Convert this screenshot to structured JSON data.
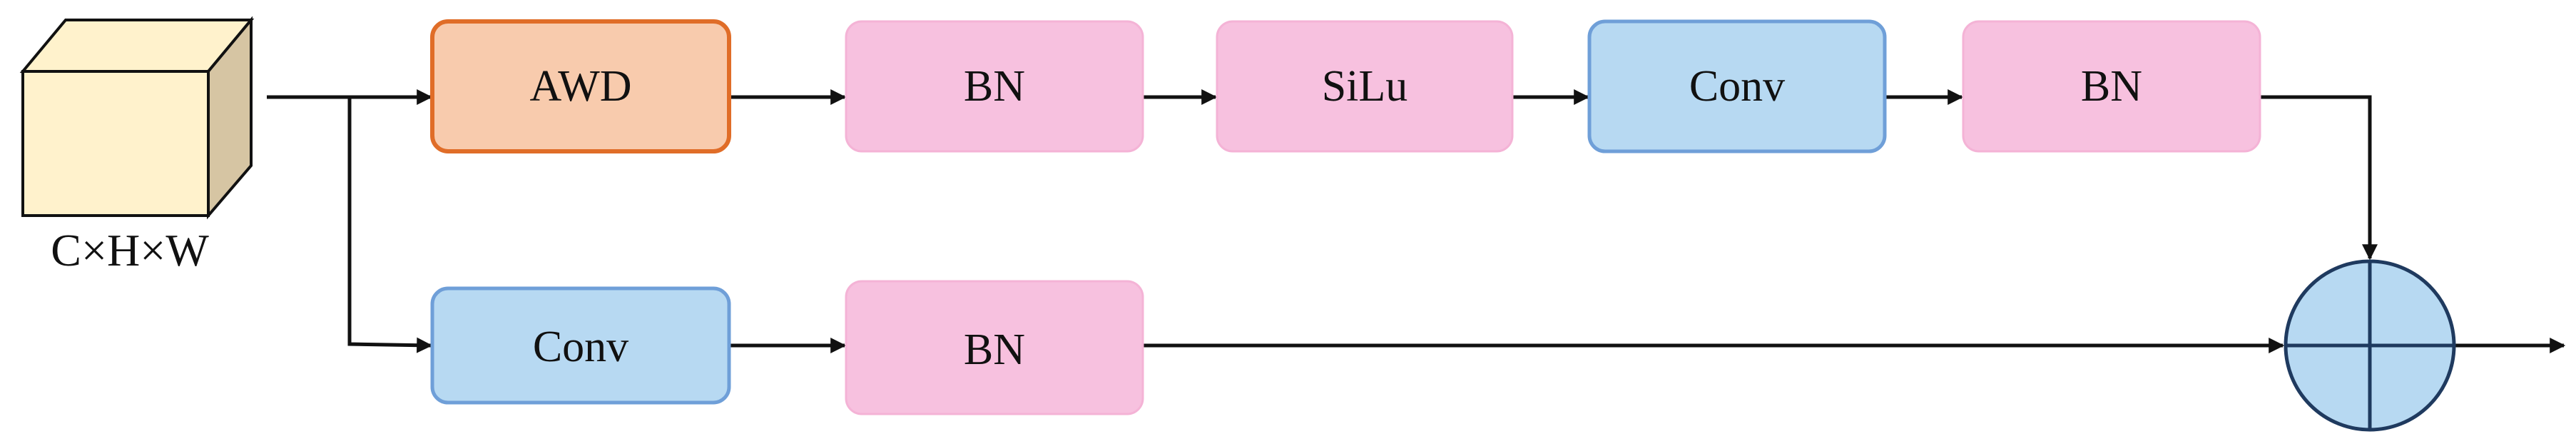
{
  "input_tensor": {
    "label": "C×H×W",
    "front_color": "#fff2cc",
    "top_color": "#fff2cc",
    "side_color": "#d6c5a3"
  },
  "top_branch": [
    {
      "label": "AWD",
      "fill": "#f8cbad",
      "stroke": "#e06d28"
    },
    {
      "label": "BN",
      "fill": "#f7c1df",
      "stroke": "#f7c1df"
    },
    {
      "label": "SiLu",
      "fill": "#f7c1df",
      "stroke": "#f7c1df"
    },
    {
      "label": "Conv",
      "fill": "#b7d9f2",
      "stroke": "#6f9fd8"
    },
    {
      "label": "BN",
      "fill": "#f7c1df",
      "stroke": "#f7c1df"
    }
  ],
  "bottom_branch": [
    {
      "label": "Conv",
      "fill": "#b7d9f2",
      "stroke": "#6f9fd8"
    },
    {
      "label": "BN",
      "fill": "#f7c1df",
      "stroke": "#f7c1df"
    }
  ],
  "add_node": {
    "fill": "#b7d9f2",
    "stroke": "#1f3a5f",
    "icon": "plus-circle-icon"
  },
  "line_color": "#111111"
}
